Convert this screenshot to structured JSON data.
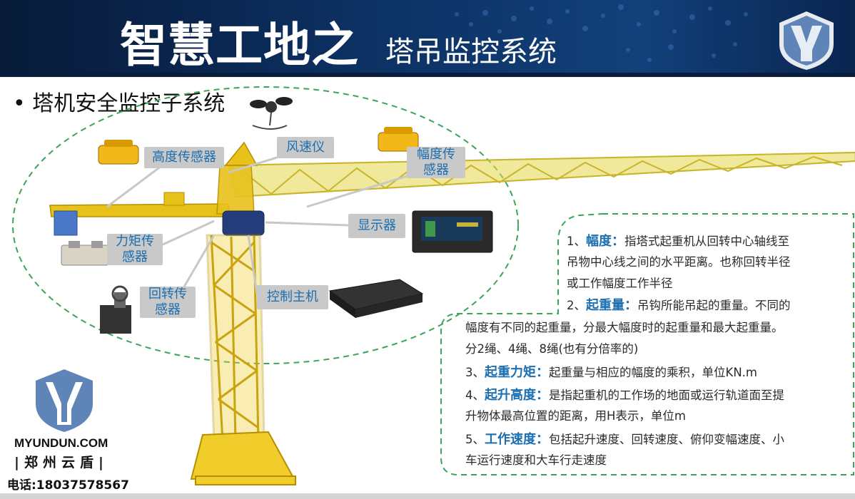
{
  "header": {
    "title_main": "智慧工地之",
    "title_sub": "塔吊监控系统"
  },
  "subtitle": "• 塔机安全监控子系统",
  "labels": {
    "height_sensor": "高度传感器",
    "anemometer": "风速仪",
    "amplitude_sensor": "幅度传\n感器",
    "display": "显示器",
    "torque_sensor": "力矩传\n感器",
    "rotation_sensor": "回转传\n感器",
    "control_host": "控制主机"
  },
  "info": [
    {
      "prefix": "1、",
      "term": "幅度：",
      "text": "指塔式起重机从回转中心轴线至"
    },
    {
      "prefix": "",
      "term": "",
      "text": "吊物中心线之间的水平距离。也称回转半径"
    },
    {
      "prefix": "",
      "term": "",
      "text": "或工作幅度工作半径"
    },
    {
      "prefix": "2、",
      "term": "起重量：",
      "text": "吊钩所能吊起的重量。不同的"
    },
    {
      "prefix": "",
      "term": "",
      "text": "幅度有不同的起重量，分最大幅度时的起重量和最大起重量。"
    },
    {
      "prefix": "",
      "term": "",
      "text": "分2绳、4绳、8绳(也有分倍率的)"
    },
    {
      "prefix": "3、",
      "term": "起重力矩：",
      "text": "起重量与相应的幅度的乘积，单位KN.m"
    },
    {
      "prefix": "4、",
      "term": "起升高度：",
      "text": "是指起重机的工作场的地面或运行轨道面至提"
    },
    {
      "prefix": "",
      "term": "",
      "text": "升物体最高位置的距离，用H表示，单位m"
    },
    {
      "prefix": "5、",
      "term": "工作速度：",
      "text": "包括起升速度、回转速度、俯仰变幅速度、小"
    },
    {
      "prefix": "",
      "term": "",
      "text": "车运行速度和大车行走速度"
    }
  ],
  "brand": {
    "url": "MYUNDUN.COM",
    "name": "|郑州云盾|",
    "phone": "电话:18037578567"
  },
  "colors": {
    "header_bg": "#0d3265",
    "accent_blue": "#1c6fb0",
    "dashed_green": "#3aa55a",
    "crane_yellow": "#e8c21a",
    "logo_blue": "#5f84b8"
  }
}
